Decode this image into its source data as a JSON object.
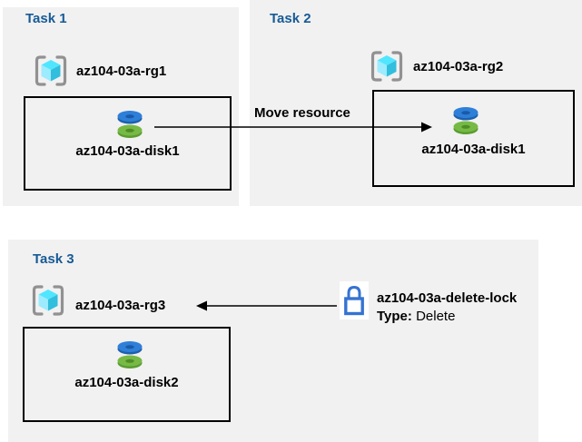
{
  "diagram_title": "Azure resource move and lock tasks diagram",
  "colors": {
    "panel_bg": "#f1f1f1",
    "title_blue": "#175A96",
    "label_black": "#000000",
    "box_border": "#000000",
    "arrow_black": "#000000",
    "lock_blue": "#3573D1",
    "rg_cube_top": "#50e6ff",
    "rg_cube_left": "#9cebff",
    "rg_cube_right": "#32bedd",
    "rg_brackets": "#919191",
    "disk_blue_top": "#2e7fd8",
    "disk_blue_side": "#1d60ae",
    "disk_blue_hole": "#1a5aa8",
    "disk_green_top": "#76ba45",
    "disk_green_side": "#5a9c2f",
    "disk_green_hole": "#4e8c26"
  },
  "tasks": [
    {
      "title": "Task 1",
      "resource_group": "az104-03a-rg1",
      "resource": "az104-03a-disk1"
    },
    {
      "title": "Task 2",
      "resource_group": "az104-03a-rg2",
      "resource": "az104-03a-disk1"
    },
    {
      "title": "Task 3",
      "resource_group": "az104-03a-rg3",
      "resource": "az104-03a-disk2"
    }
  ],
  "move_arrow": {
    "label": "Move resource"
  },
  "lock": {
    "name": "az104-03a-delete-lock",
    "type_label": "Type:",
    "type_value": "Delete"
  }
}
